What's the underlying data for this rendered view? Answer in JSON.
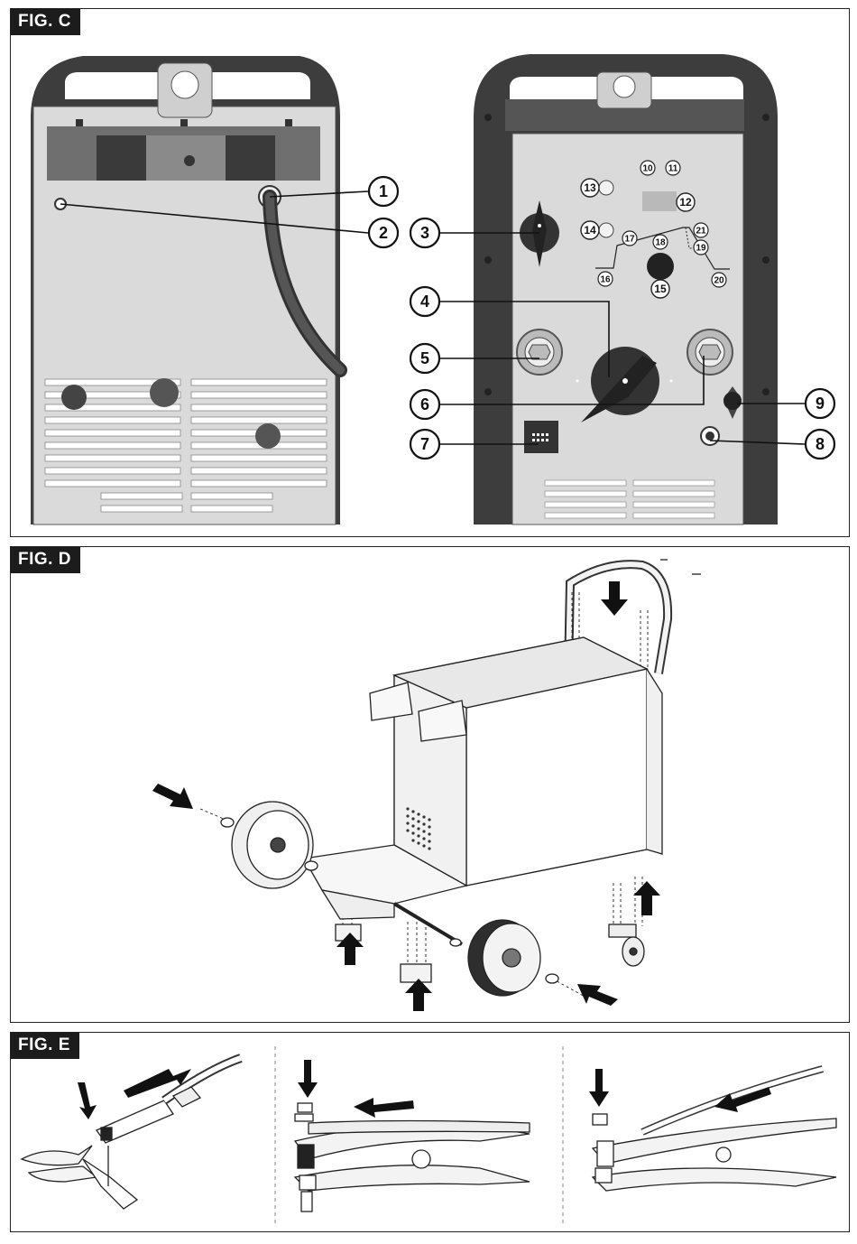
{
  "figures": {
    "c": {
      "label": "FIG. C"
    },
    "d": {
      "label": "FIG. D"
    },
    "e": {
      "label": "FIG. E"
    }
  },
  "callouts_large": [
    "1",
    "2",
    "3",
    "4",
    "5",
    "6",
    "7",
    "8",
    "9"
  ],
  "callouts_small": [
    "10",
    "11",
    "16",
    "17",
    "18",
    "19",
    "20",
    "21"
  ],
  "callouts_mid": [
    "12",
    "13",
    "14",
    "15"
  ],
  "colors": {
    "frame": "#3a3a3a",
    "panel": "#d9d9d9",
    "panel_dark": "#bdbdbd",
    "ink": "#111111"
  }
}
